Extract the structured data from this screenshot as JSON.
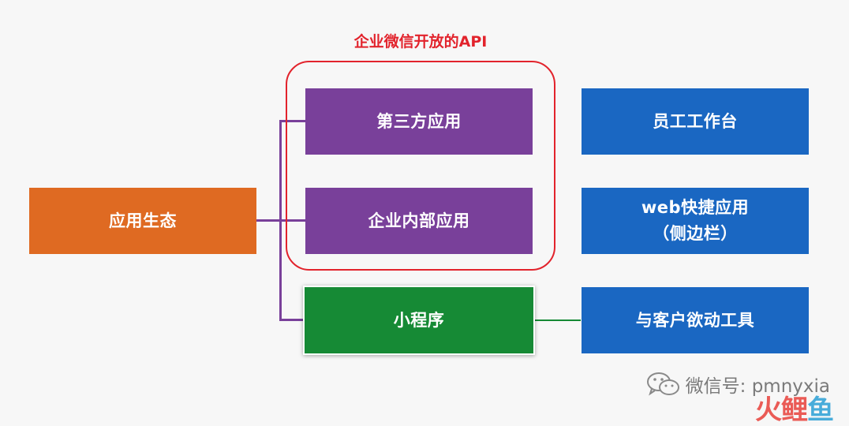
{
  "api_group": {
    "label": "企业微信开放的API",
    "border_color": "#e2232c"
  },
  "nodes": {
    "root": {
      "label": "应用生态",
      "color": "#df6a22"
    },
    "third_party": {
      "label": "第三方应用",
      "color": "#79409a"
    },
    "internal": {
      "label": "企业内部应用",
      "color": "#79409a"
    },
    "mini_program": {
      "label": "小程序",
      "color": "#168a35"
    },
    "staff_workbench": {
      "label": "员工工作台",
      "color": "#1a67c2"
    },
    "web_quick_app": {
      "line1": "web快捷应用",
      "line2": "（侧边栏）",
      "color": "#1a67c2"
    },
    "customer_tool": {
      "label": "与客户欲动工具",
      "color": "#1a67c2"
    }
  },
  "watermark": {
    "text": "微信号: pmnyxia",
    "icon": "wechat-icon",
    "brand": [
      "火",
      "鲤",
      "鱼"
    ]
  }
}
